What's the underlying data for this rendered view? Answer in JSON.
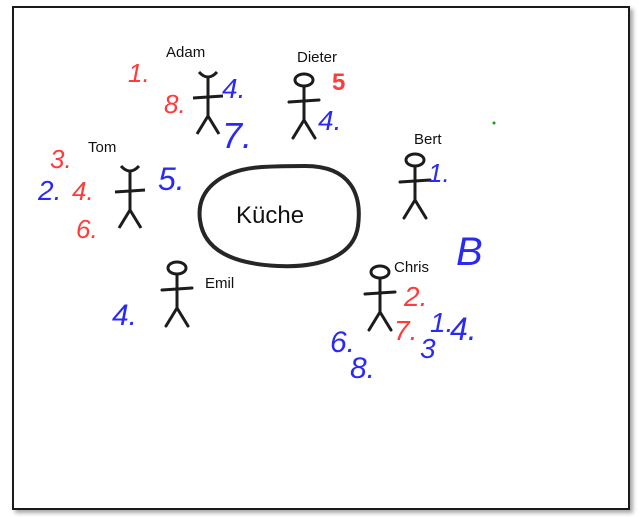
{
  "canvas": {
    "kitchen_label": "Küche",
    "colors": {
      "ink": "#1c1c1c",
      "red": "#ff3b3b",
      "blue": "#2a2af5",
      "green": "#1a9a1a",
      "frame": "#1a1a1a"
    }
  },
  "people": {
    "adam": {
      "name": "Adam"
    },
    "dieter": {
      "name": "Dieter"
    },
    "tom": {
      "name": "Tom"
    },
    "bert": {
      "name": "Bert"
    },
    "emil": {
      "name": "Emil"
    },
    "chris": {
      "name": "Chris"
    }
  },
  "marks": {
    "adam_red_1": "1.",
    "adam_red_8": "8.",
    "adam_blue_4": "4.",
    "adam_blue_7": "7.",
    "dieter_red_5": "5",
    "dieter_blue_4": "4.",
    "tom_red_3": "3.",
    "tom_blue_2": "2.",
    "tom_red_4": "4.",
    "tom_red_6": "6.",
    "tom_blue_5": "5.",
    "bert_blue_1": "1.",
    "bert_blue_B": "B",
    "emil_blue_4": "4.",
    "chris_red_2": "2.",
    "chris_blue_1": "1.",
    "chris_blue_4": "4.",
    "chris_red_7": "7.",
    "chris_blue_3": "3",
    "chris_blue_6": "6.",
    "chris_blue_8": "8."
  }
}
